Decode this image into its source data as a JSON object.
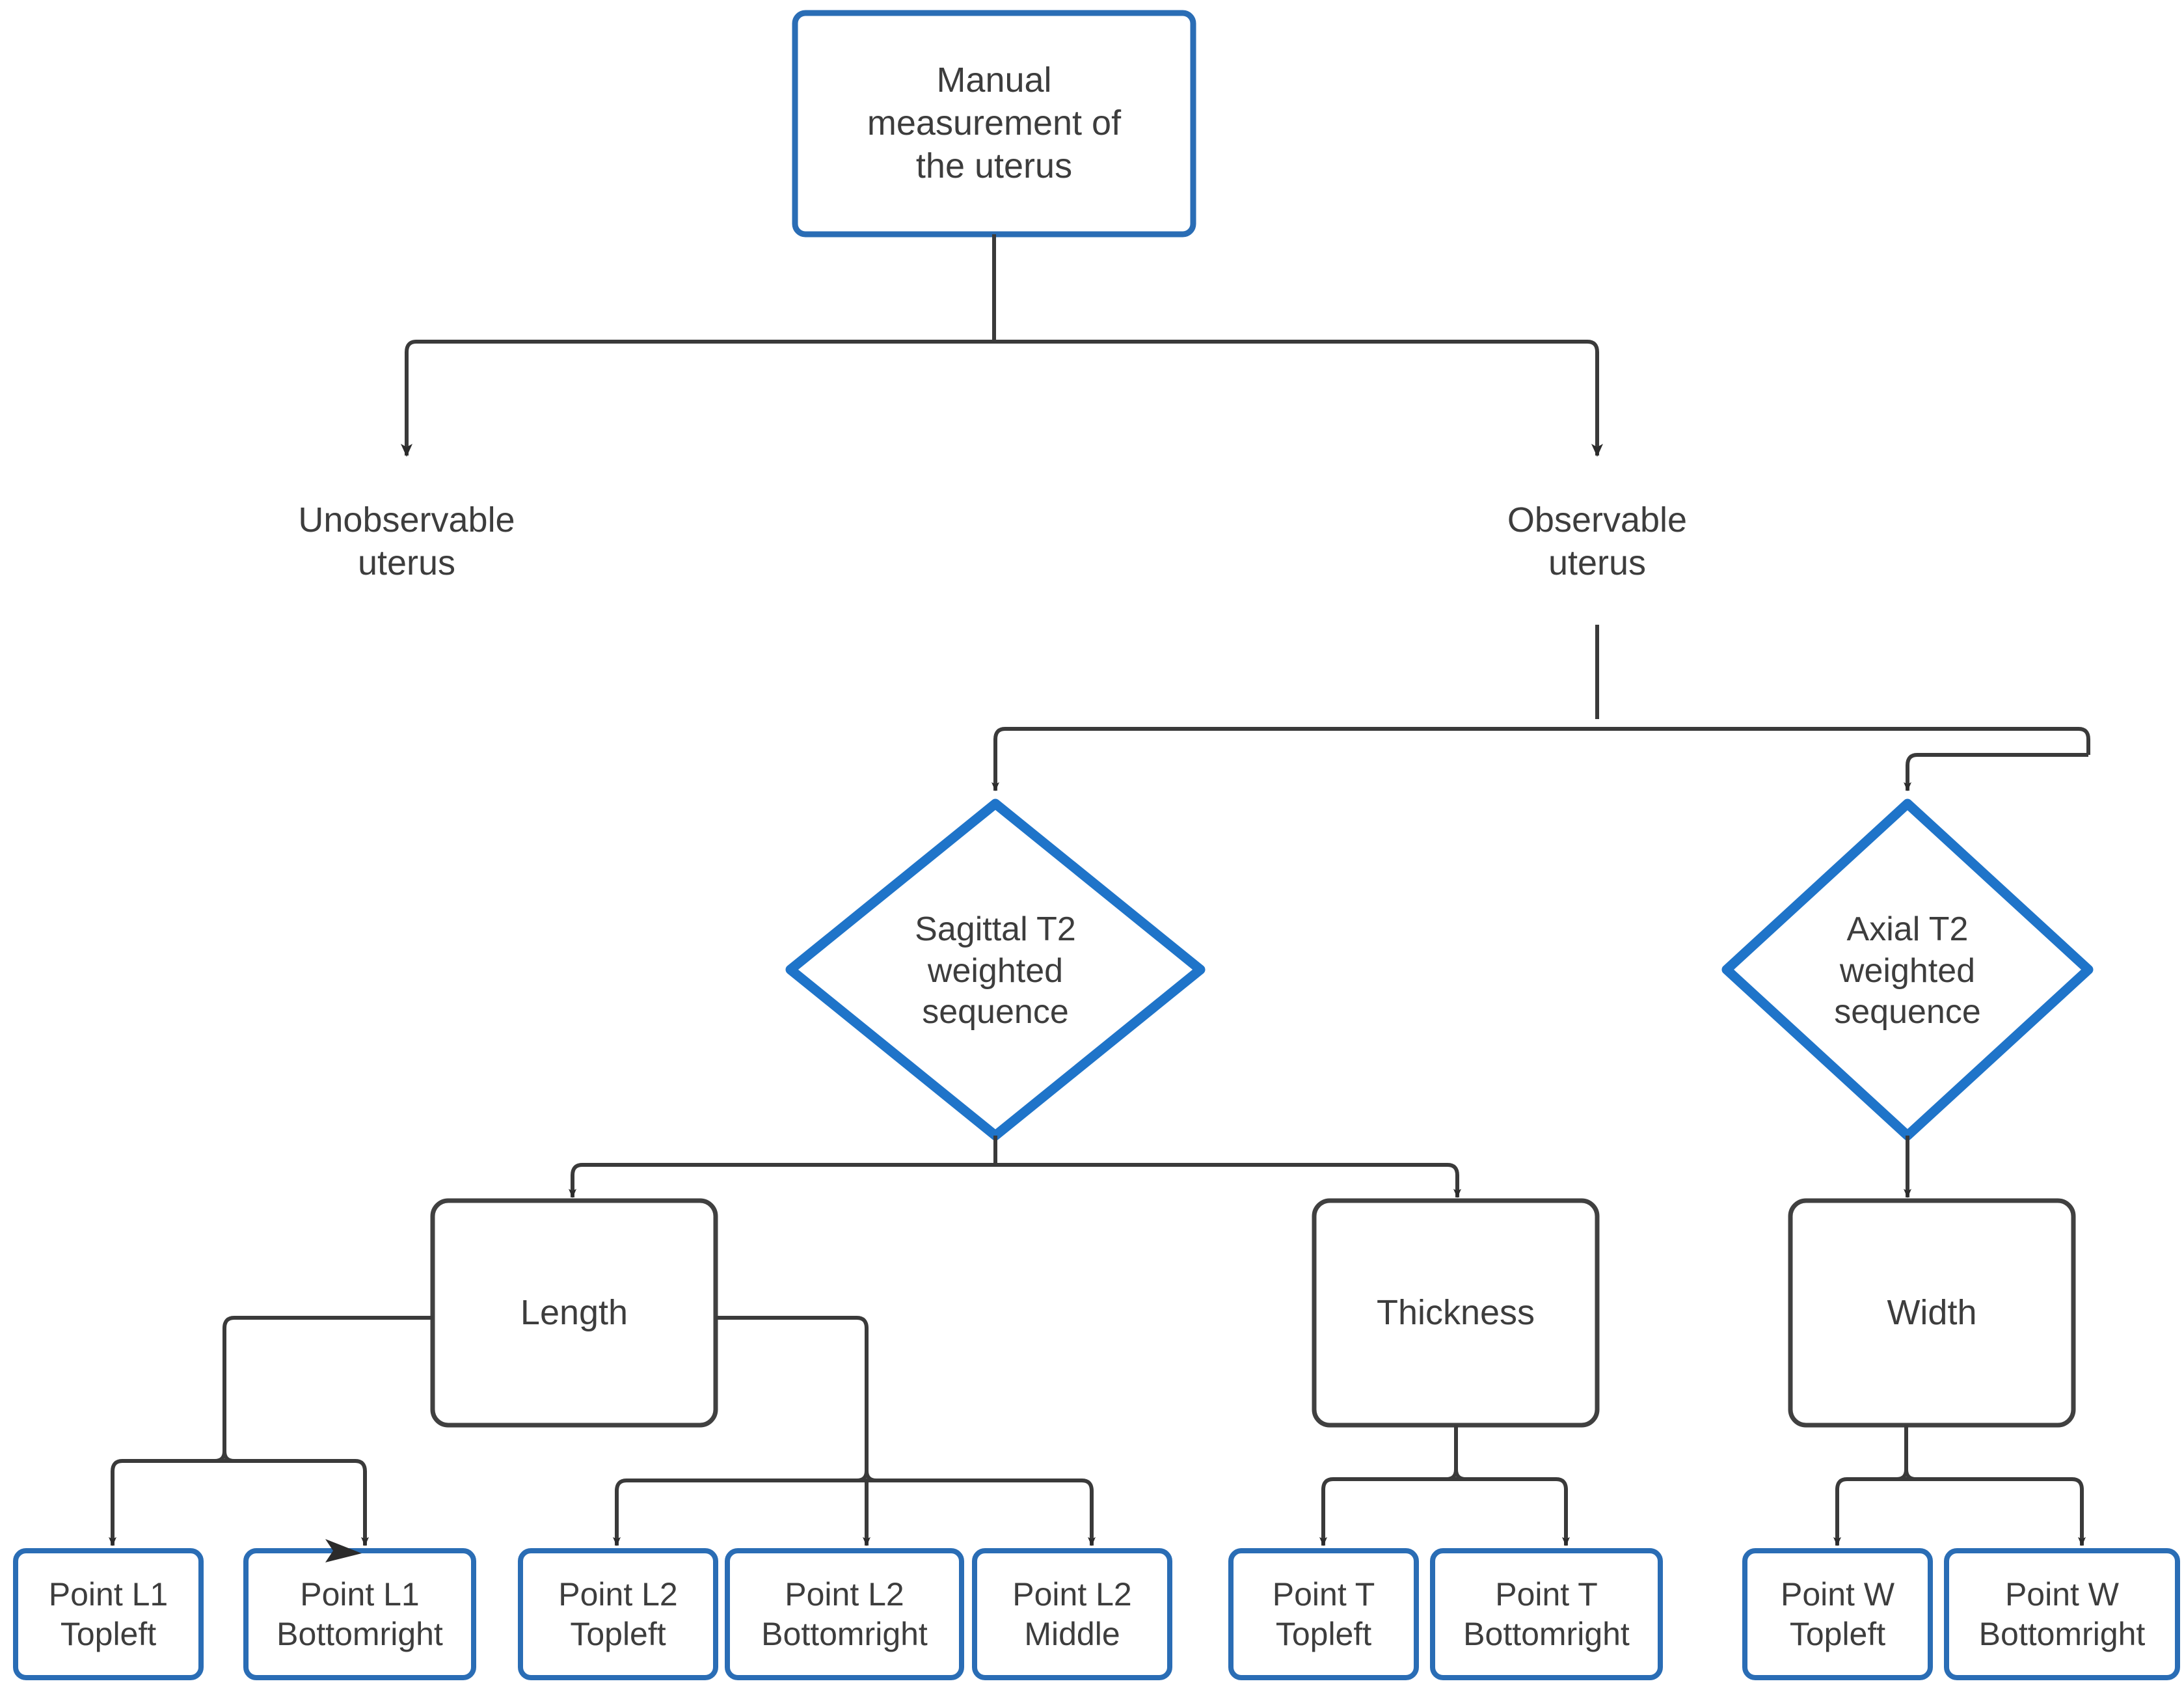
{
  "diagram": {
    "title_node": {
      "label": "Manual\nmeasurement of\nthe uterus"
    },
    "branches": [
      {
        "label": "Unobservable\nuterus"
      },
      {
        "label": "Observable\nuterus"
      }
    ],
    "sequences": [
      {
        "label": "Sagittal T2\nweighted\nsequence"
      },
      {
        "label": "Axial T2\nweighted\nsequence"
      }
    ],
    "measurements": [
      {
        "label": "Length"
      },
      {
        "label": "Thickness"
      },
      {
        "label": "Width"
      }
    ],
    "points": [
      {
        "label": "Point L1\nTopleft"
      },
      {
        "label": "Point L1\nBottomright"
      },
      {
        "label": "Point L2\nTopleft"
      },
      {
        "label": "Point L2\nBottomright"
      },
      {
        "label": "Point L2\nMiddle"
      },
      {
        "label": "Point T\nTopleft"
      },
      {
        "label": "Point T\nBottomright"
      },
      {
        "label": "Point W\nTopleft"
      },
      {
        "label": "Point W\nBottomright"
      }
    ],
    "colors": {
      "accent_blue": "#2a6db5",
      "diamond_blue": "#1f74c9",
      "box_outline_dark": "#404040",
      "connector": "#3a3a3a",
      "text": "#3d3d3d",
      "background": "#ffffff"
    }
  }
}
